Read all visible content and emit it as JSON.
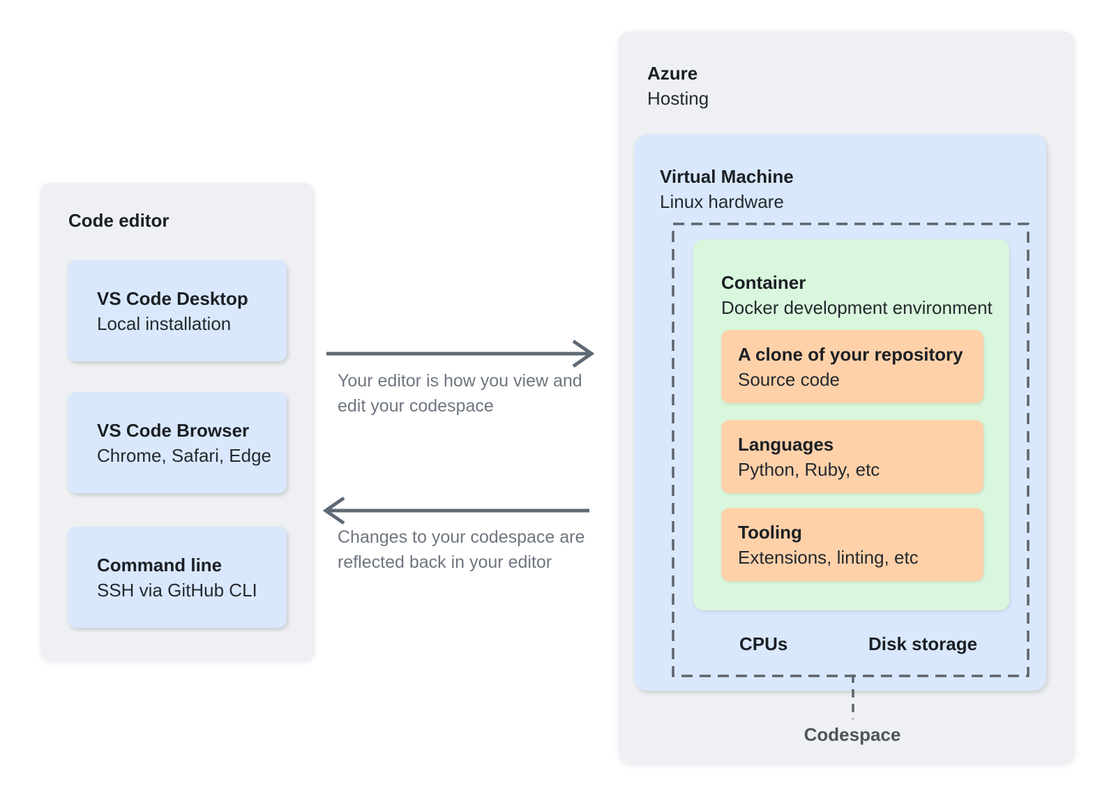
{
  "left_panel": {
    "title": "Code editor",
    "cards": [
      {
        "title": "VS Code Desktop",
        "subtitle": "Local installation"
      },
      {
        "title": "VS Code Browser",
        "subtitle": "Chrome, Safari, Edge"
      },
      {
        "title": "Command line",
        "subtitle": "SSH via GitHub CLI"
      }
    ]
  },
  "flows": {
    "to_codespace": {
      "direction": "right",
      "lines": [
        "Your editor is how you view and",
        "edit your codespace"
      ]
    },
    "from_codespace": {
      "direction": "left",
      "lines": [
        "Changes to your codespace are",
        "reflected back in your editor"
      ]
    }
  },
  "azure_panel": {
    "title": "Azure",
    "subtitle": "Hosting",
    "vm": {
      "title": "Virtual Machine",
      "subtitle": "Linux hardware",
      "container": {
        "title": "Container",
        "subtitle": "Docker development environment",
        "cards": [
          {
            "title": "A clone of your repository",
            "subtitle": "Source code"
          },
          {
            "title": "Languages",
            "subtitle": "Python, Ruby, etc"
          },
          {
            "title": "Tooling",
            "subtitle": "Extensions, linting, etc"
          }
        ]
      },
      "resources": [
        "CPUs",
        "Disk storage"
      ],
      "codespace_label": "Codespace"
    }
  },
  "colors": {
    "page_bg": "#ffffff",
    "panel_bg": "#eef0f3",
    "blue_box": "#d9e8fc",
    "green_box": "#d9f7dc",
    "orange_card": "#ffd1a9",
    "heading_text": "#1b1f24",
    "body_text": "#24292f",
    "caption_text": "#6f7680",
    "arrow": "#5d6974",
    "dash": "#5e646b",
    "codespace_text": "#4d545b"
  }
}
